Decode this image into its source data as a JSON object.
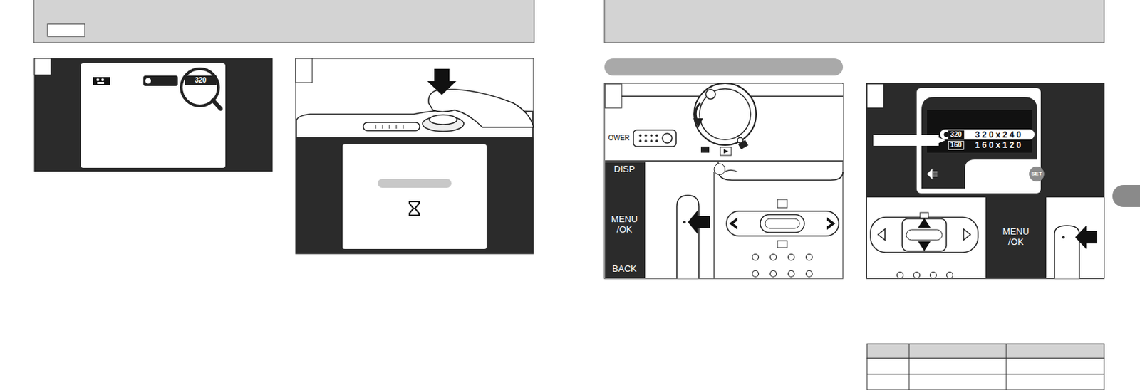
{
  "diagram": {
    "labels": [
      "320",
      "OWER",
      "DISP",
      "MENU /OK",
      "BACK",
      "320",
      "3 2 0 x 2 4 0",
      "160",
      "1 6 0 x 1 2 0",
      "SET",
      "MENU /OK"
    ]
  }
}
